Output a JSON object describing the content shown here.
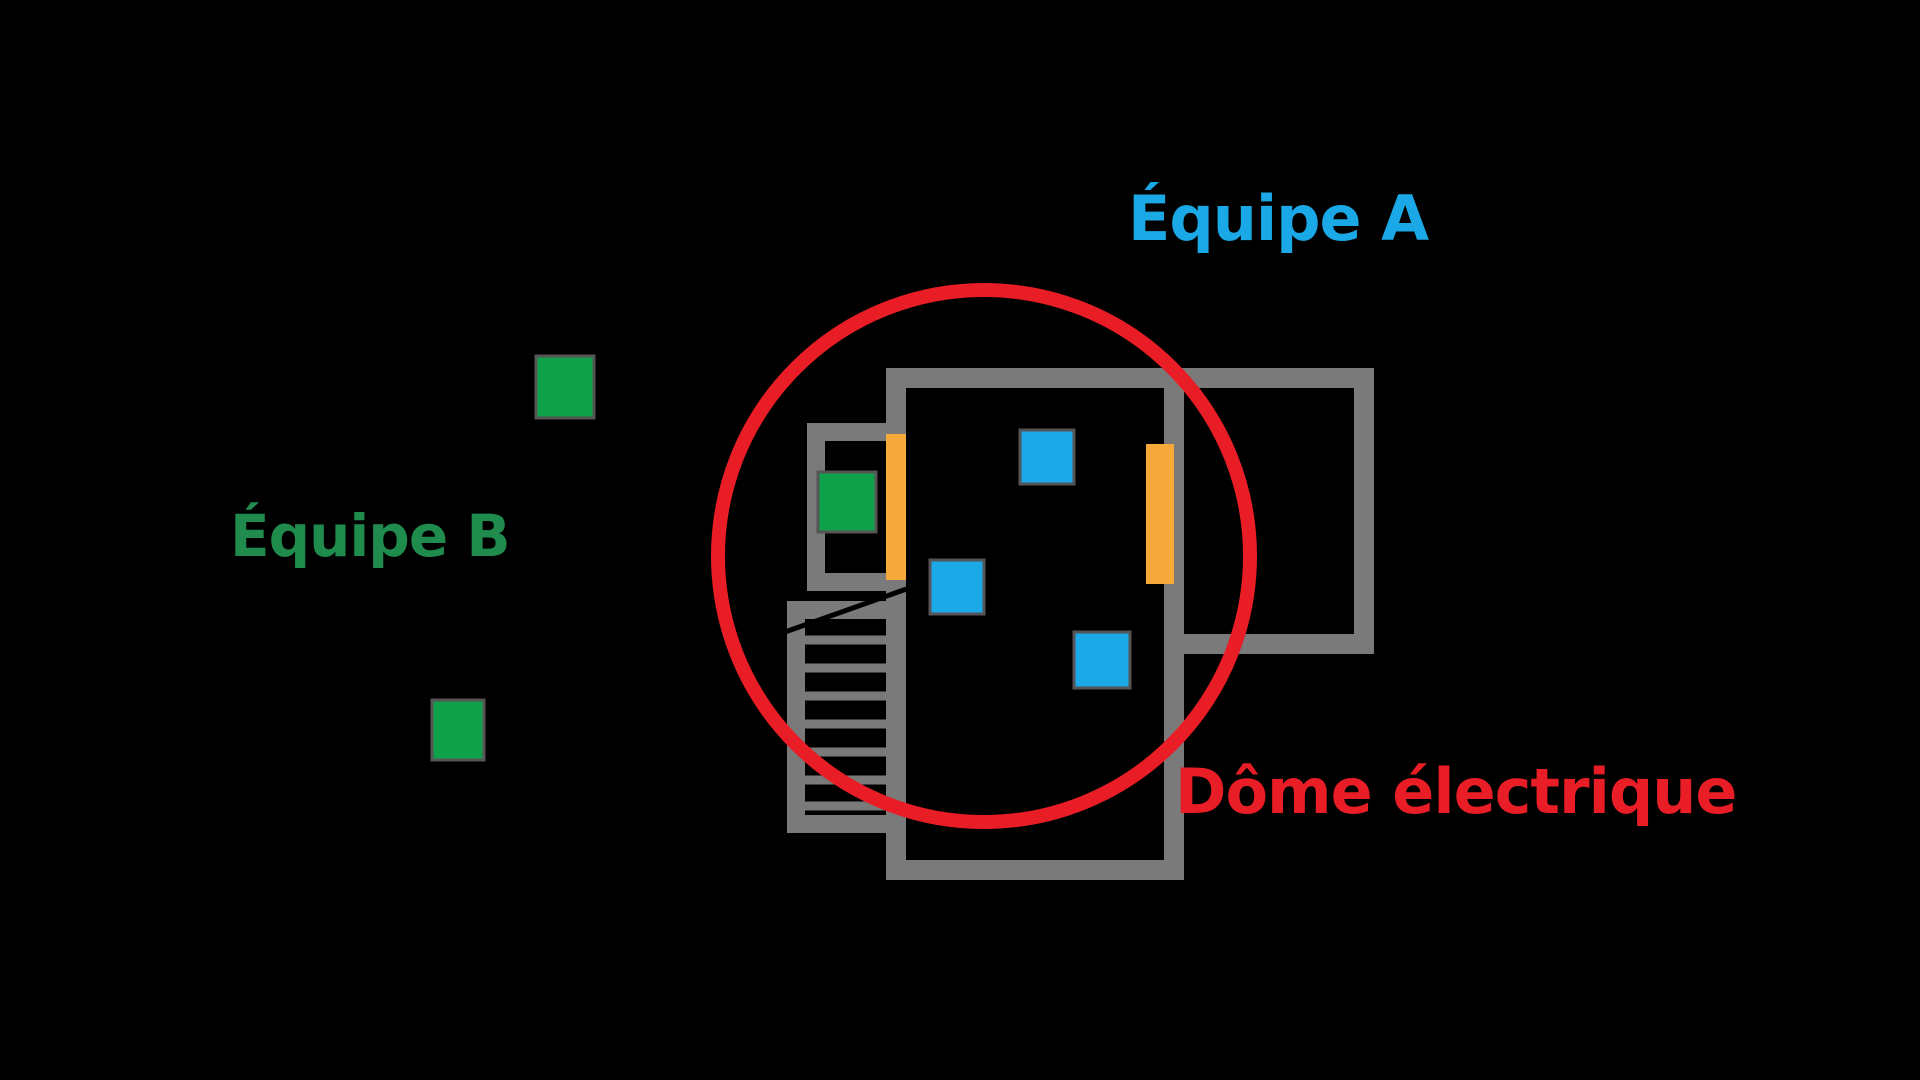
{
  "labels": {
    "team_a": "Équipe A",
    "team_b": "Équipe B",
    "dome": "Dôme électrique"
  },
  "colors": {
    "background": "#000000",
    "team_a": "#1aa8e6",
    "team_b": "#1f8c4e",
    "dome": "#e81d25",
    "walls": "#7a7a7a",
    "doors": "#f5a93a",
    "player_a_fill": "#1aa8e6",
    "player_b_fill": "#0fa04a"
  },
  "players": {
    "team_a_count": 3,
    "team_b_count": 3
  }
}
